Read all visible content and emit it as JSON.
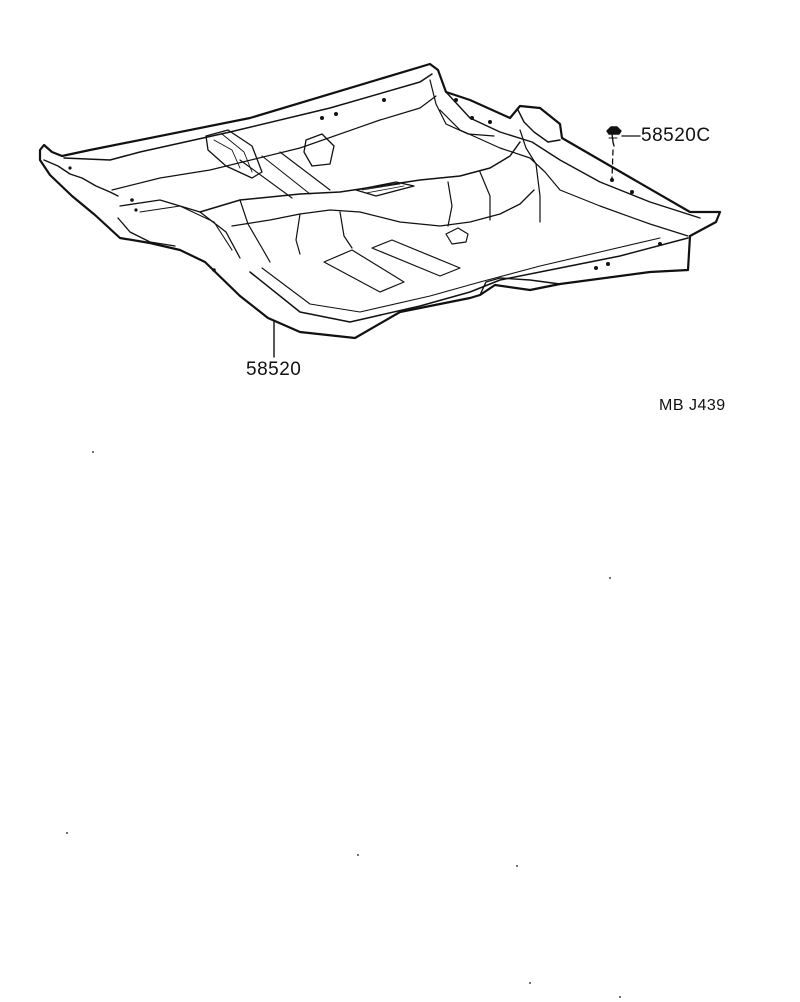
{
  "diagram": {
    "part_labels": {
      "floor_carpet": "58520",
      "carpet_clip": "58520C"
    },
    "illustration_code": "MB J439",
    "line_color": "#111111",
    "background_color": "#ffffff"
  }
}
